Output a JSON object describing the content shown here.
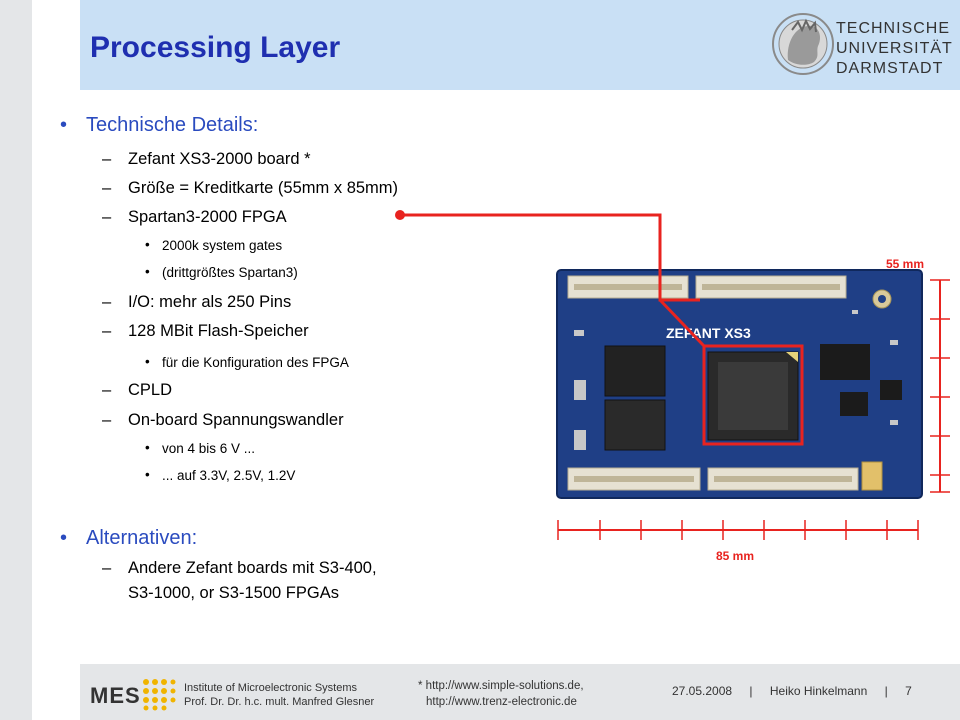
{
  "header": {
    "title": "Processing Layer",
    "university": [
      "TECHNISCHE",
      "UNIVERSITÄT",
      "DARMSTADT"
    ]
  },
  "content": {
    "section1": "Technische Details:",
    "items": [
      "Zefant XS3-2000 board *",
      "Größe = Kreditkarte (55mm x 85mm)",
      "Spartan3-2000 FPGA",
      "2000k system gates",
      "(drittgrößtes Spartan3)",
      "I/O: mehr als 250 Pins",
      "128 MBit Flash-Speicher",
      "für die Konfiguration des FPGA",
      "CPLD",
      "On-board Spannungswandler",
      "von 4 bis 6 V ...",
      "... auf 3.3V, 2.5V, 1.2V"
    ],
    "section2": "Alternativen:",
    "alt_items": [
      "Andere Zefant boards mit S3-400,",
      "S3-1000, or S3-1500 FPGAs"
    ],
    "bullet": "•",
    "dash": "–"
  },
  "figure": {
    "height_label": "55 mm",
    "width_label": "85 mm",
    "board_text": "ZEFANT XS3",
    "accent": "#e8231f"
  },
  "footer": {
    "logo": "MES",
    "institute_line1": "Institute of Microelectronic Systems",
    "institute_line2": "Prof. Dr. Dr. h.c. mult. Manfred Glesner",
    "url_line1": "* http://www.simple-solutions.de,",
    "url_line2": "http://www.trenz-electronic.de",
    "date": "27.05.2008",
    "sep": "|",
    "author": "Heiko Hinkelmann",
    "page": "7"
  },
  "colors": {
    "title": "#1f2fb0",
    "level1": "#2a4bbf",
    "title_band": "#c9e0f5",
    "side_band": "#e4e6e8",
    "board": "#1f3f86"
  }
}
